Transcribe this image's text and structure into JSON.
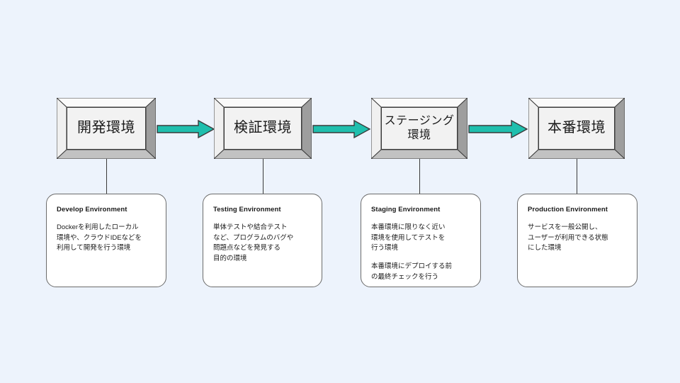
{
  "diagram": {
    "background_color": "#edf3fc",
    "arrow_color": "#1fbfae",
    "arrow_outline_color": "#3a3a3a",
    "box_face_color": "#f2f2f2",
    "card_color": "#ffffff",
    "stages": [
      {
        "box_label": "開発環境",
        "card_title": "Develop Environment",
        "card_paragraphs": [
          "Dockerを利用したローカル\n環境や、クラウドIDEなどを\n利用して開発を行う環境"
        ]
      },
      {
        "box_label": "検証環境",
        "card_title": "Testing Environment",
        "card_paragraphs": [
          "単体テストや結合テスト\nなど、プログラムのバグや\n問題点などを発見する\n目的の環境"
        ]
      },
      {
        "box_label": "ステージング\n環境",
        "card_title": "Staging Environment",
        "card_paragraphs": [
          "本番環境に限りなく近い\n環境を使用してテストを\n行う環境",
          "本番環境にデプロイする前\nの最終チェックを行う"
        ]
      },
      {
        "box_label": "本番環境",
        "card_title": "Production Environment",
        "card_paragraphs": [
          "サービスを一般公開し、\nユーザーが利用できる状態\nにした環境"
        ]
      }
    ],
    "arrows": [
      {
        "name": "arrow-develop-to-testing"
      },
      {
        "name": "arrow-testing-to-staging"
      },
      {
        "name": "arrow-staging-to-production"
      }
    ]
  }
}
